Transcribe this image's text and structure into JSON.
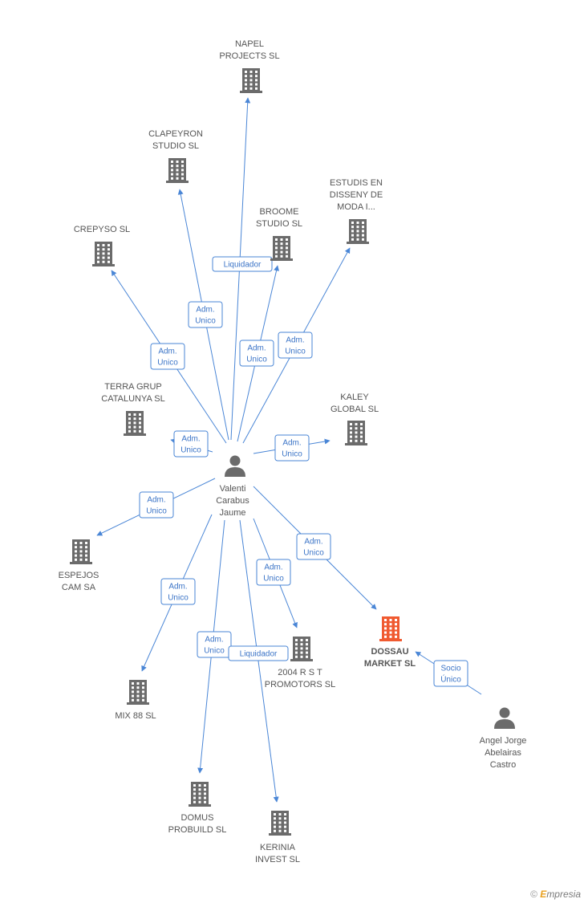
{
  "colors": {
    "edge": "#4a86d6",
    "building": "#6b6b6b",
    "building_highlight": "#f05a30",
    "person": "#6b6b6b"
  },
  "nodes": [
    {
      "id": "napel",
      "type": "company",
      "label": [
        "NAPEL",
        "PROJECTS SL"
      ]
    },
    {
      "id": "clapeyron",
      "type": "company",
      "label": [
        "CLAPEYRON",
        "STUDIO SL"
      ]
    },
    {
      "id": "estudis",
      "type": "company",
      "label": [
        "ESTUDIS EN",
        "DISSENY DE",
        "MODA I..."
      ]
    },
    {
      "id": "broome",
      "type": "company",
      "label": [
        "BROOME",
        "STUDIO  SL"
      ]
    },
    {
      "id": "crepyso",
      "type": "company",
      "label": [
        "CREPYSO SL"
      ]
    },
    {
      "id": "terra",
      "type": "company",
      "label": [
        "TERRA GRUP",
        "CATALUNYA SL"
      ]
    },
    {
      "id": "kaley",
      "type": "company",
      "label": [
        "KALEY",
        "GLOBAL SL"
      ]
    },
    {
      "id": "valenti",
      "type": "person",
      "label": [
        "Valenti",
        "Carabus",
        "Jaume"
      ]
    },
    {
      "id": "espejos",
      "type": "company",
      "label": [
        "ESPEJOS",
        "CAM SA"
      ]
    },
    {
      "id": "dossau",
      "type": "company",
      "highlight": true,
      "label": [
        "DOSSAU",
        "MARKET SL"
      ]
    },
    {
      "id": "rst",
      "type": "company",
      "label": [
        "2004 R S T",
        "PROMOTORS SL"
      ]
    },
    {
      "id": "mix88",
      "type": "company",
      "label": [
        "MIX 88 SL"
      ]
    },
    {
      "id": "angel",
      "type": "person",
      "label": [
        "Angel Jorge",
        "Abelairas",
        "Castro"
      ]
    },
    {
      "id": "domus",
      "type": "company",
      "label": [
        "DOMUS",
        "PROBUILD SL"
      ]
    },
    {
      "id": "kerinia",
      "type": "company",
      "label": [
        "KERINIA",
        "INVEST SL"
      ]
    }
  ],
  "edges": [
    {
      "from": "valenti",
      "to": "napel",
      "label": [
        "Liquidador"
      ]
    },
    {
      "from": "valenti",
      "to": "clapeyron",
      "label": [
        "Adm.",
        "Unico"
      ]
    },
    {
      "from": "valenti",
      "to": "crepyso",
      "label": [
        "Adm.",
        "Unico"
      ]
    },
    {
      "from": "valenti",
      "to": "broome",
      "label": [
        "Adm.",
        "Unico"
      ]
    },
    {
      "from": "valenti",
      "to": "estudis",
      "label": [
        "Adm.",
        "Unico"
      ]
    },
    {
      "from": "valenti",
      "to": "terra",
      "label": [
        "Adm.",
        "Unico"
      ]
    },
    {
      "from": "valenti",
      "to": "kaley",
      "label": [
        "Adm.",
        "Unico"
      ]
    },
    {
      "from": "valenti",
      "to": "espejos",
      "label": [
        "Adm.",
        "Unico"
      ]
    },
    {
      "from": "valenti",
      "to": "dossau",
      "label": [
        "Adm.",
        "Unico"
      ]
    },
    {
      "from": "valenti",
      "to": "rst",
      "label": [
        "Adm.",
        "Unico"
      ]
    },
    {
      "from": "valenti",
      "to": "mix88",
      "label": [
        "Adm.",
        "Unico"
      ]
    },
    {
      "from": "valenti",
      "to": "domus",
      "label": [
        "Adm.",
        "Unico"
      ]
    },
    {
      "from": "valenti",
      "to": "kerinia",
      "label": [
        "Liquidador"
      ]
    },
    {
      "from": "angel",
      "to": "dossau",
      "label": [
        "Socio",
        "Único"
      ]
    }
  ],
  "credit": {
    "symbol": "©",
    "brand_initial": "E",
    "brand_rest": "mpresia"
  }
}
